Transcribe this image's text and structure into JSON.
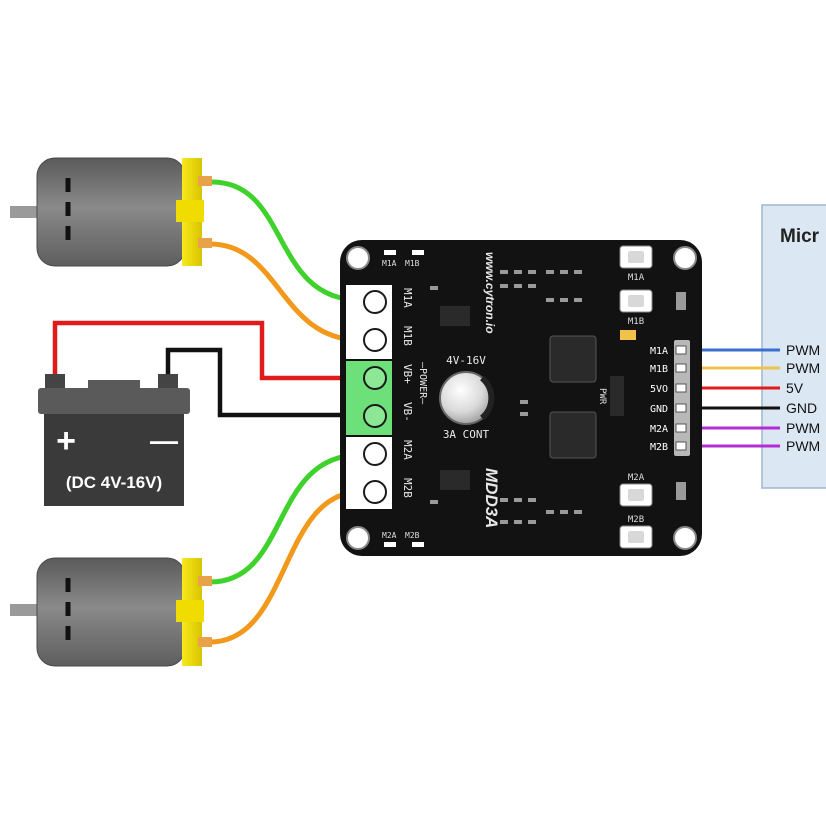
{
  "battery": {
    "plus": "+",
    "minus": "—",
    "label": "(DC 4V-16V)"
  },
  "controller": {
    "title_partial": "Micr"
  },
  "board": {
    "model": "MDD3A",
    "brand": "www.cytron.io",
    "current_rating": "3A CONT",
    "voltage_range": "4V-16V",
    "power_label": "—POWER—",
    "pwr_led": "PWR",
    "terminal_labels": [
      "M1A",
      "M1B",
      "VB+",
      "VB-",
      "M2A",
      "M2B"
    ],
    "top_leds": [
      "M1A",
      "M1B"
    ],
    "bottom_leds": [
      "M2A",
      "M2B"
    ],
    "buttons": [
      "M1A",
      "M1B",
      "M2A",
      "M2B"
    ],
    "header_pins": [
      "M1A",
      "M1B",
      "5VO",
      "GND",
      "M2A",
      "M2B"
    ]
  },
  "signals": [
    "PWM",
    "PWM",
    "5V",
    "GND",
    "PWM",
    "PWM"
  ],
  "colors": {
    "wire_green": "#3fd12c",
    "wire_orange": "#f2981b",
    "wire_red": "#e01b1b",
    "wire_black": "#111111",
    "wire_blue": "#3a6fd1",
    "wire_yellow": "#f2c14a",
    "wire_purple": "#b52cd4",
    "motor_body": "#6e6e6e",
    "motor_cap": "#f5e20a",
    "board": "#121212",
    "terminal": "#ffffff",
    "terminal_power": "#6de07a",
    "controller_panel": "#dbe7f3"
  }
}
